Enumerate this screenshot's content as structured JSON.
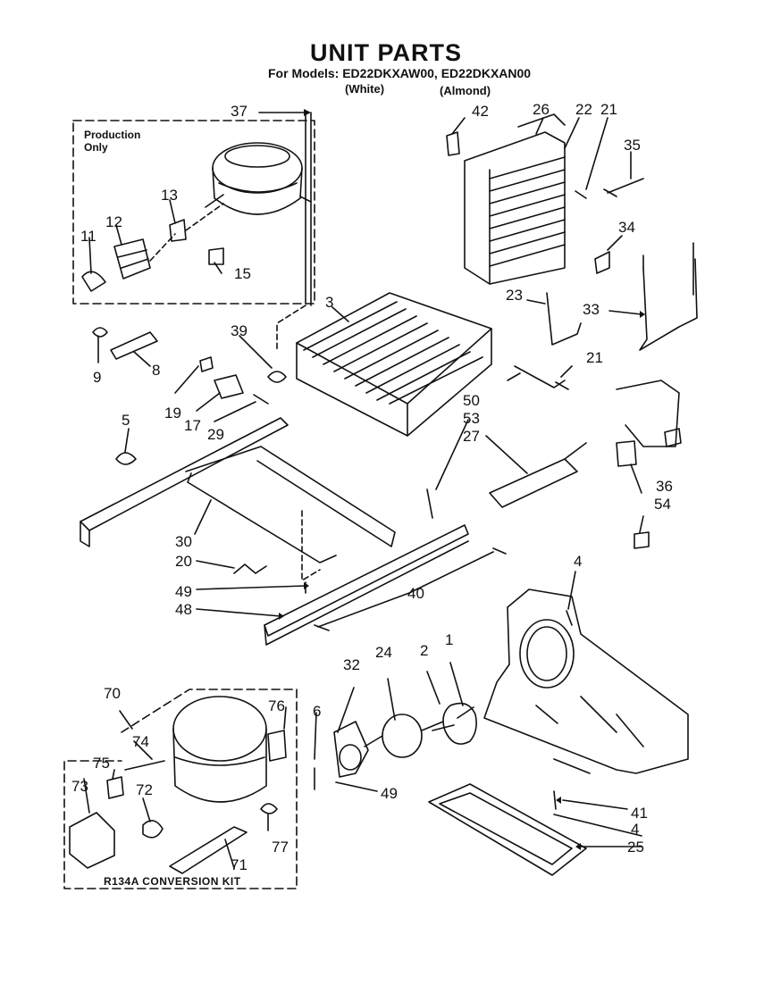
{
  "header": {
    "title": "UNIT PARTS",
    "models": "For Models: ED22DKXAW00, ED22DKXAN00",
    "color_white": "(White)",
    "color_almond": "(Almond)"
  },
  "boxes": {
    "production_only": "Production\nOnly",
    "conversion_kit": "R134A  CONVERSION  KIT"
  },
  "callouts": {
    "n1": "1",
    "n2": "2",
    "n3": "3",
    "n4a": "4",
    "n4b": "4",
    "n5": "5",
    "n6": "6",
    "n8": "8",
    "n9": "9",
    "n11": "11",
    "n12": "12",
    "n13": "13",
    "n15": "15",
    "n17": "17",
    "n19": "19",
    "n20": "20",
    "n21a": "21",
    "n21b": "21",
    "n22": "22",
    "n23": "23",
    "n24": "24",
    "n25": "25",
    "n26": "26",
    "n27": "27",
    "n29": "29",
    "n30": "30",
    "n32": "32",
    "n33": "33",
    "n34": "34",
    "n35": "35",
    "n36": "36",
    "n37": "37",
    "n39": "39",
    "n40": "40",
    "n41": "41",
    "n42": "42",
    "n48": "48",
    "n49a": "49",
    "n49b": "49",
    "n50": "50",
    "n53": "53",
    "n54": "54",
    "n70": "70",
    "n71": "71",
    "n72": "72",
    "n73": "73",
    "n74": "74",
    "n75": "75",
    "n76": "76",
    "n77": "77"
  }
}
